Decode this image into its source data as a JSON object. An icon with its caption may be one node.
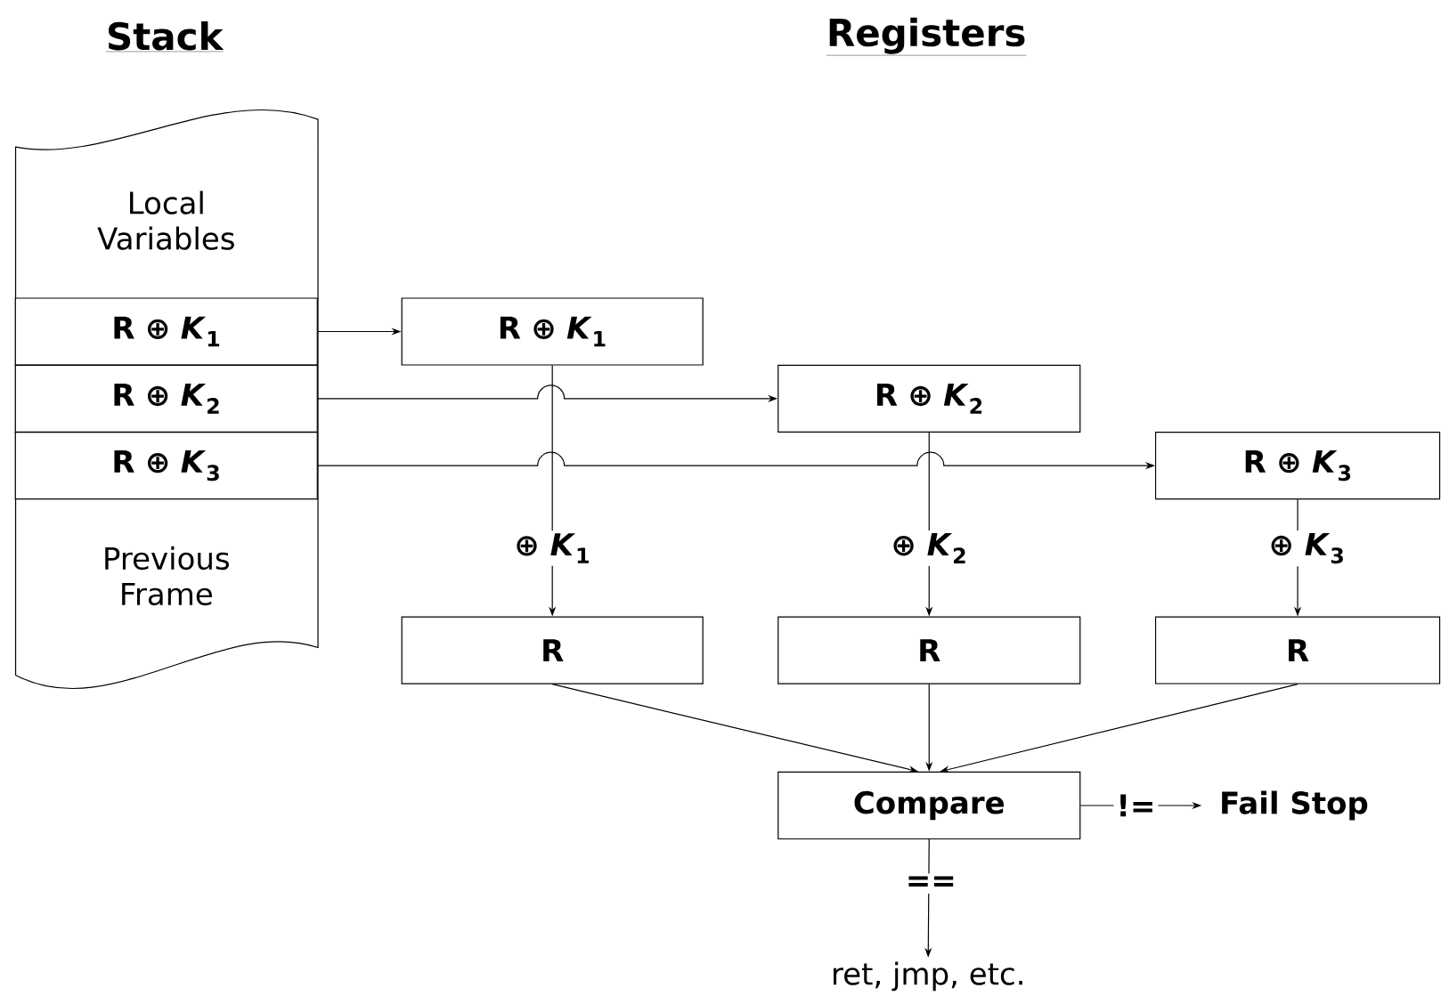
{
  "diagram": {
    "nodes": [
      {
        "text": [
          "Stack"
        ]
      },
      {
        "text": [
          "Local Variables"
        ],
        "in": 0
      },
      {
        "text": [
          "R ⊕ *K*$_{1}$"
        ],
        "in": 0
      },
      {
        "text": [
          "R ⊕ *K*$_{2}$"
        ],
        "in": 0
      },
      {
        "text": [
          "R ⊕ *K*$_{3}$"
        ],
        "in": 0
      },
      {
        "text": [
          "Previous Frame"
        ],
        "in": 0
      },
      {
        "text": [
          "R ⊕ *K*$_{1}$"
        ]
      },
      {
        "text": [
          "R ⊕ *K*$_{2}$"
        ]
      },
      {
        "text": [
          "R ⊕ *K*$_{3}$"
        ]
      },
      {
        "text": [
          "R"
        ]
      },
      {
        "text": [
          "R"
        ]
      },
      {
        "text": [
          "R"
        ]
      },
      {
        "text": [
          "Compare"
        ]
      },
      {
        "text": [
          "Fail Stop"
        ]
      },
      {
        "text": [
          "ret, jmp, etc."
        ]
      }
    ],
    "edges": [
      {
        "from": 2,
        "to": 6,
        "arrow": "to"
      },
      {
        "from": 3,
        "to": 7,
        "arrow": "to"
      },
      {
        "from": 4,
        "to": 8,
        "arrow": "to"
      },
      {
        "from": 6,
        "to": 9,
        "arrow": "to",
        "label": "⊕ *K*$_{1}$"
      },
      {
        "from": 7,
        "to": 10,
        "arrow": "to",
        "label": "⊕ *K*$_{2}$"
      },
      {
        "from": 8,
        "to": 11,
        "arrow": "to",
        "label": "⊕ *K*$_{3}$"
      },
      {
        "from": 9,
        "to": 12,
        "arrow": "to"
      },
      {
        "from": 10,
        "to": 12,
        "arrow": "to"
      },
      {
        "from": 11,
        "to": 12,
        "arrow": "to"
      },
      {
        "from": 12,
        "to": 13,
        "arrow": "to",
        "label": "!="
      },
      {
        "from": 12,
        "to": 14,
        "arrow": "to",
        "label": "=="
      }
    ],
    "labels": [
      "Registers"
    ]
  }
}
